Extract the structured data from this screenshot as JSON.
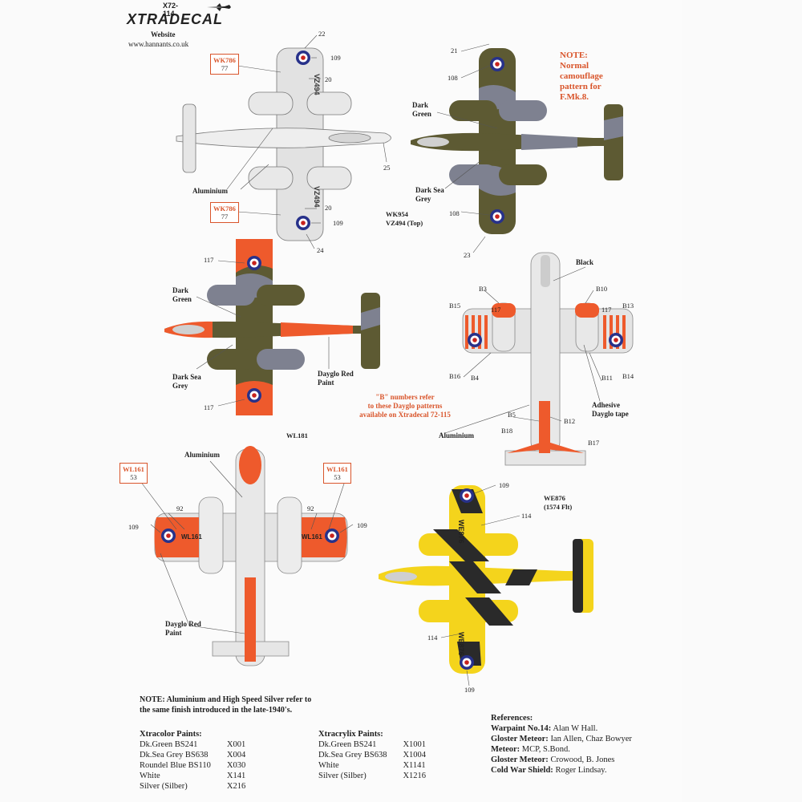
{
  "logo": {
    "code": "X72-114",
    "wordmark": "XTRADECAL",
    "website_label": "Website",
    "website_url": "www.hannants.co.uk"
  },
  "colors": {
    "dark_green": "#5d5a33",
    "dark_sea_grey": "#7e8190",
    "aluminium": "#dcdcdc",
    "dayglo": "#ee5a2c",
    "yellow": "#f4d41c",
    "black": "#1e1e1e",
    "roundel_blue": "#27318a",
    "roundel_red": "#c8231d",
    "annotation_red": "#d9552b"
  },
  "aircraft1": {
    "serial": "WK786",
    "code": "77",
    "labels": {
      "aluminium": "Aluminium"
    },
    "numbers": {
      "n22": "22",
      "n109a": "109",
      "n20a": "20",
      "n25": "25",
      "n20b": "20",
      "n109b": "109",
      "n24": "24"
    },
    "wing_serial": "VZ494"
  },
  "aircraft2": {
    "note": [
      "NOTE:",
      "Normal",
      "camouflage",
      "pattern for",
      "F.Mk.8."
    ],
    "labels": {
      "dark_green": [
        "Dark",
        "Green"
      ],
      "dark_sea_grey": [
        "Dark Sea",
        "Grey"
      ]
    },
    "numbers": {
      "n21": "21",
      "n108a": "108",
      "n108b": "108",
      "n23": "23"
    },
    "serials": [
      "WK954",
      "VZ494 (Top)"
    ]
  },
  "aircraft3": {
    "labels": {
      "dark_green": [
        "Dark",
        "Green"
      ],
      "dark_sea_grey": [
        "Dark Sea",
        "Grey"
      ],
      "dayglo": [
        "Dayglo Red",
        "Paint"
      ]
    },
    "numbers": {
      "n117a": "117",
      "n117b": "117"
    },
    "serial": "WL181"
  },
  "aircraft4": {
    "labels": {
      "black": "Black",
      "aluminium": "Aluminium",
      "tape": [
        "Adhesive",
        "Dayglo tape"
      ]
    },
    "b_note": [
      "\"B\" numbers refer",
      "to these Dayglo patterns",
      "available on Xtradecal 72-115"
    ],
    "numbers": {
      "b3": "B3",
      "b10": "B10",
      "b15": "B15",
      "n117a": "117",
      "n117b": "117",
      "b13": "B13",
      "b16": "B16",
      "b4": "B4",
      "b11": "B11",
      "b14": "B14",
      "b5": "B5",
      "b12": "B12",
      "b18": "B18",
      "b17": "B17"
    }
  },
  "aircraft5": {
    "serial": "WL161",
    "code": "53",
    "labels": {
      "aluminium": "Aluminium",
      "dayglo": [
        "Dayglo Red",
        "Paint"
      ]
    },
    "numbers": {
      "n92a": "92",
      "n92b": "92",
      "n109a": "109",
      "n109b": "109"
    },
    "wing_serial": "WL161"
  },
  "aircraft6": {
    "serial": [
      "WE876",
      "(1574 Flt)"
    ],
    "numbers": {
      "n109a": "109",
      "n114a": "114",
      "n114b": "114",
      "n109b": "109"
    },
    "wing_serial": "WE876"
  },
  "footer_note": [
    "NOTE: Aluminium and High Speed Silver refer to",
    "the same finish introduced in the late-1940's."
  ],
  "xtracolor": {
    "title": "Xtracolor Paints:",
    "rows": [
      [
        "Dk.Green BS241",
        "X001"
      ],
      [
        "Dk.Sea Grey BS638",
        "X004"
      ],
      [
        "Roundel Blue BS110",
        "X030"
      ],
      [
        "White",
        "X141"
      ],
      [
        "Silver (Silber)",
        "X216"
      ]
    ]
  },
  "xtracrylix": {
    "title": "Xtracrylix Paints:",
    "rows": [
      [
        "Dk.Green BS241",
        "X1001"
      ],
      [
        "Dk.Sea Grey BS638",
        "X1004"
      ],
      [
        "White",
        "X1141"
      ],
      [
        "Silver (Silber)",
        "X1216"
      ]
    ]
  },
  "references": {
    "title": "References:",
    "rows": [
      [
        "Warpaint No.14:",
        "Alan W Hall."
      ],
      [
        "Gloster Meteor:",
        "Ian Allen, Chaz Bowyer"
      ],
      [
        "Meteor:",
        "MCP, S.Bond."
      ],
      [
        "Gloster Meteor:",
        "Crowood, B. Jones"
      ],
      [
        "Cold War Shield:",
        "Roger Lindsay."
      ]
    ]
  }
}
